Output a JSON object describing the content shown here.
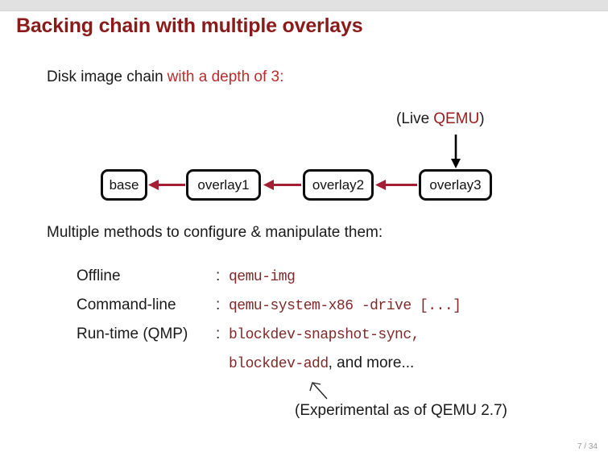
{
  "slide": {
    "title": "Backing chain with multiple overlays",
    "intro": {
      "prefix": "Disk image chain",
      "highlight": "with a depth of 3:"
    },
    "diagram": {
      "live_qemu": {
        "prefix": "(Live",
        "qemu": "QEMU",
        "close": ")"
      },
      "nodes": [
        {
          "label": "base"
        },
        {
          "label": "overlay1"
        },
        {
          "label": "overlay2"
        },
        {
          "label": "overlay3"
        }
      ]
    },
    "methods_heading": "Multiple methods to configure & manipulate them:",
    "methods_rows": [
      {
        "label": "Offline",
        "colon": ":",
        "code": "qemu-img",
        "suffix": ""
      },
      {
        "label": "Command-line",
        "colon": ":",
        "code": "qemu-system-x86 -drive [...]",
        "suffix": ""
      },
      {
        "label": "Run-time (QMP)",
        "colon": ":",
        "code": "blockdev-snapshot-sync,",
        "suffix": ""
      },
      {
        "label": "",
        "colon": "",
        "code": "blockdev-add",
        "suffix": ", and more..."
      }
    ],
    "experimental_note": "(Experimental as of QEMU 2.7)",
    "page_number": "7 / 34",
    "colors": {
      "title_maroon": "#8b1a1a",
      "alert_red": "#b92c2c",
      "code_red": "#7f2929",
      "arrow_red": "#a41e34",
      "topbar_gray": "#e1e1e1"
    }
  }
}
